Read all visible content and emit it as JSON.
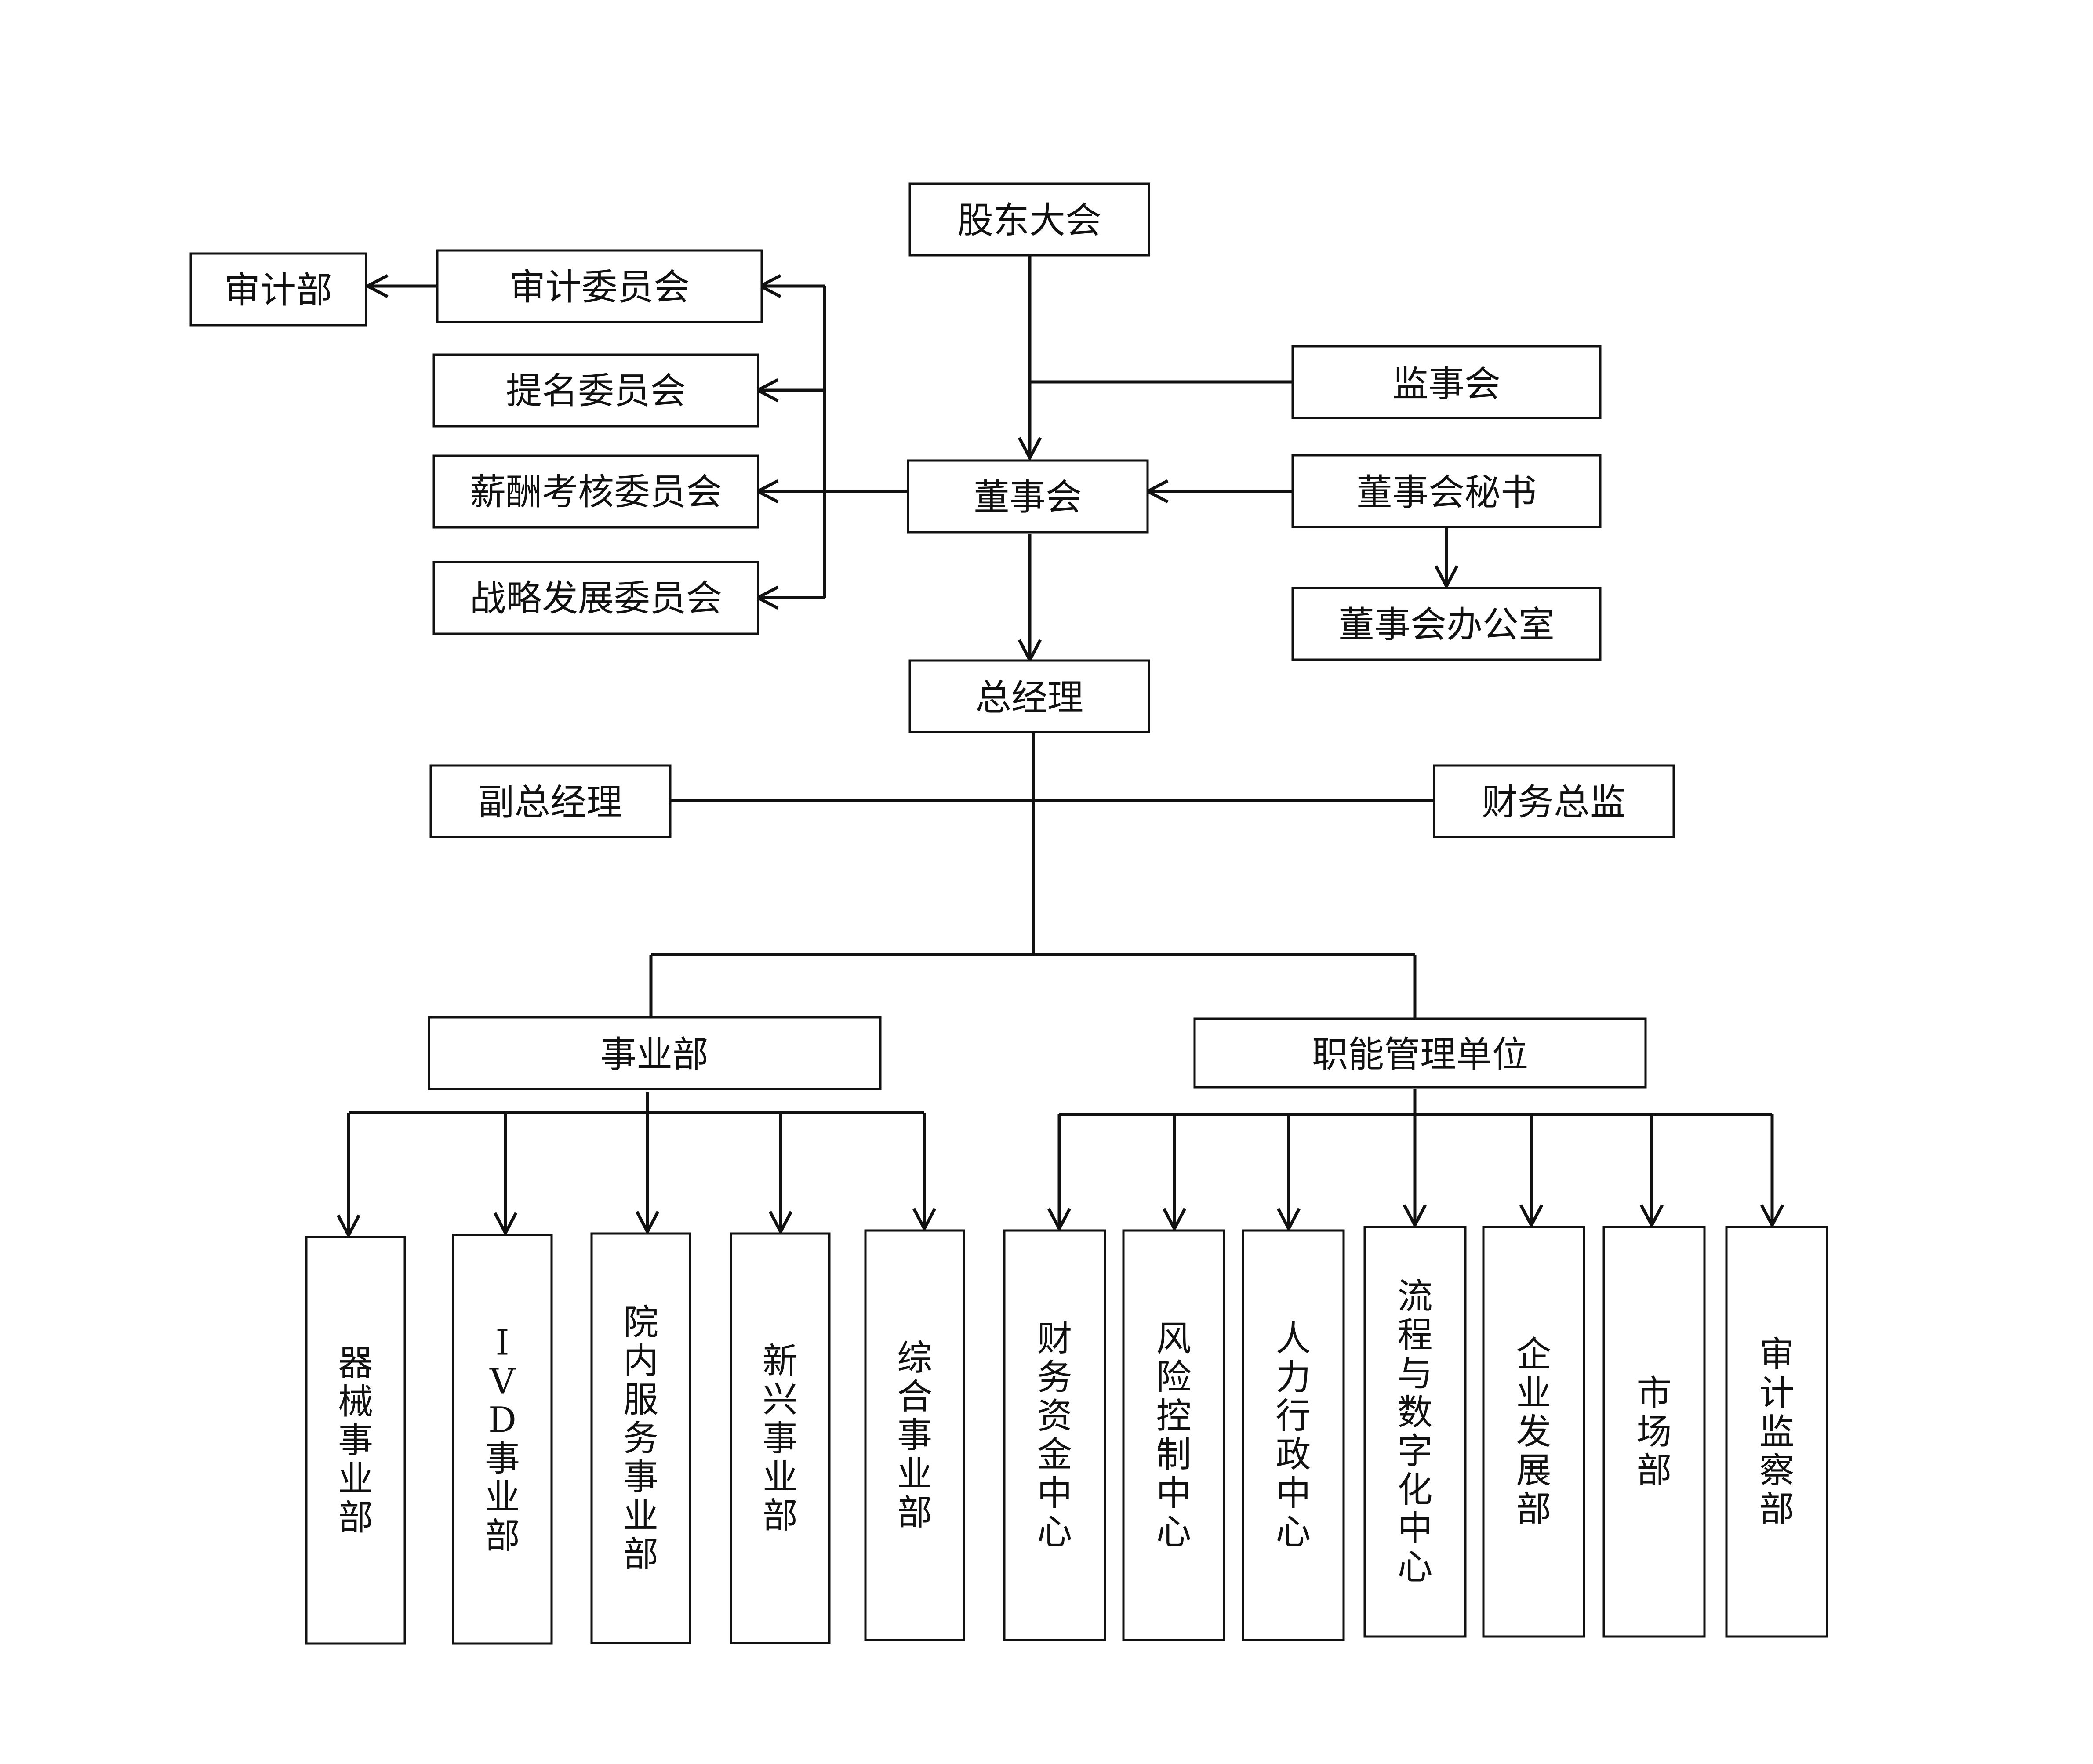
{
  "nodes": {
    "shareholders_meeting": "股东大会",
    "supervisory_board": "监事会",
    "board": "董事会",
    "board_secretary": "董事会秘书",
    "board_office": "董事会办公室",
    "audit_committee": "审计委员会",
    "audit_dept": "审计部",
    "nomination_committee": "提名委员会",
    "compensation_committee": "薪酬考核委员会",
    "strategy_committee": "战略发展委员会",
    "general_manager": "总经理",
    "deputy_gm": "副总经理",
    "cfo": "财务总监",
    "business_division": "事业部",
    "functional_units": "职能管理单位"
  },
  "business_units": [
    "器械事业部",
    "IVD事业部",
    "院内服务事业部",
    "新兴事业部",
    "综合事业部"
  ],
  "functional_depts": [
    "财务资金中心",
    "风险控制中心",
    "人力行政中心",
    "流程与数字化中心",
    "企业发展部",
    "市场部",
    "审计监察部"
  ]
}
